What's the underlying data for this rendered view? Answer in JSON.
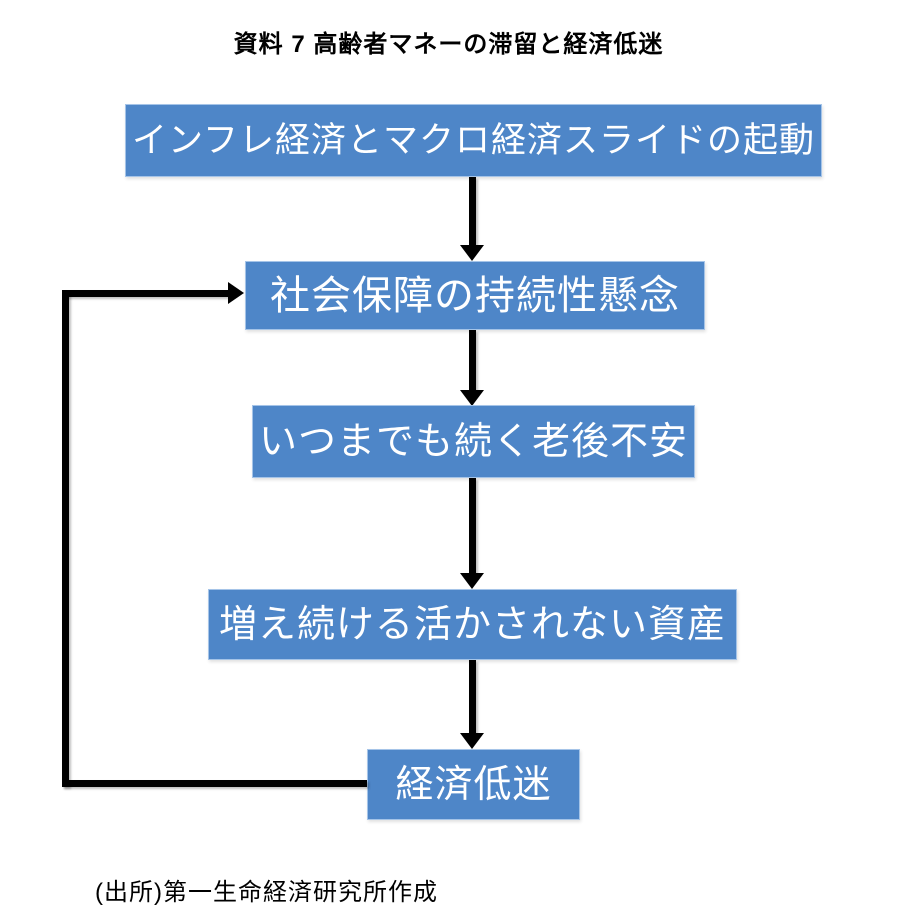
{
  "title": "資料 7 高齢者マネーの滞留と経済低迷",
  "flowchart": {
    "boxes": [
      {
        "id": "macro-slide-start",
        "label": "インフレ経済とマクロ経済スライドの起動"
      },
      {
        "id": "social-security-concern",
        "label": "社会保障の持続性懸念"
      },
      {
        "id": "endless-retirement-anxiety",
        "label": "いつまでも続く老後不安"
      },
      {
        "id": "unused-growing-assets",
        "label": "増え続ける活かされない資産"
      },
      {
        "id": "economic-stagnation",
        "label": "経済低迷"
      }
    ],
    "edges": [
      {
        "from": "macro-slide-start",
        "to": "social-security-concern",
        "type": "down-arrow"
      },
      {
        "from": "social-security-concern",
        "to": "endless-retirement-anxiety",
        "type": "down-arrow"
      },
      {
        "from": "endless-retirement-anxiety",
        "to": "unused-growing-assets",
        "type": "down-arrow"
      },
      {
        "from": "unused-growing-assets",
        "to": "economic-stagnation",
        "type": "down-arrow"
      },
      {
        "from": "economic-stagnation",
        "to": "social-security-concern",
        "type": "feedback-loop-left"
      }
    ],
    "colors": {
      "box_fill": "#4E86C8",
      "box_border": "#A5C4E8",
      "box_text": "#FFFFFF",
      "arrow": "#000000"
    }
  },
  "source_note": "(出所)第一生命経済研究所作成"
}
